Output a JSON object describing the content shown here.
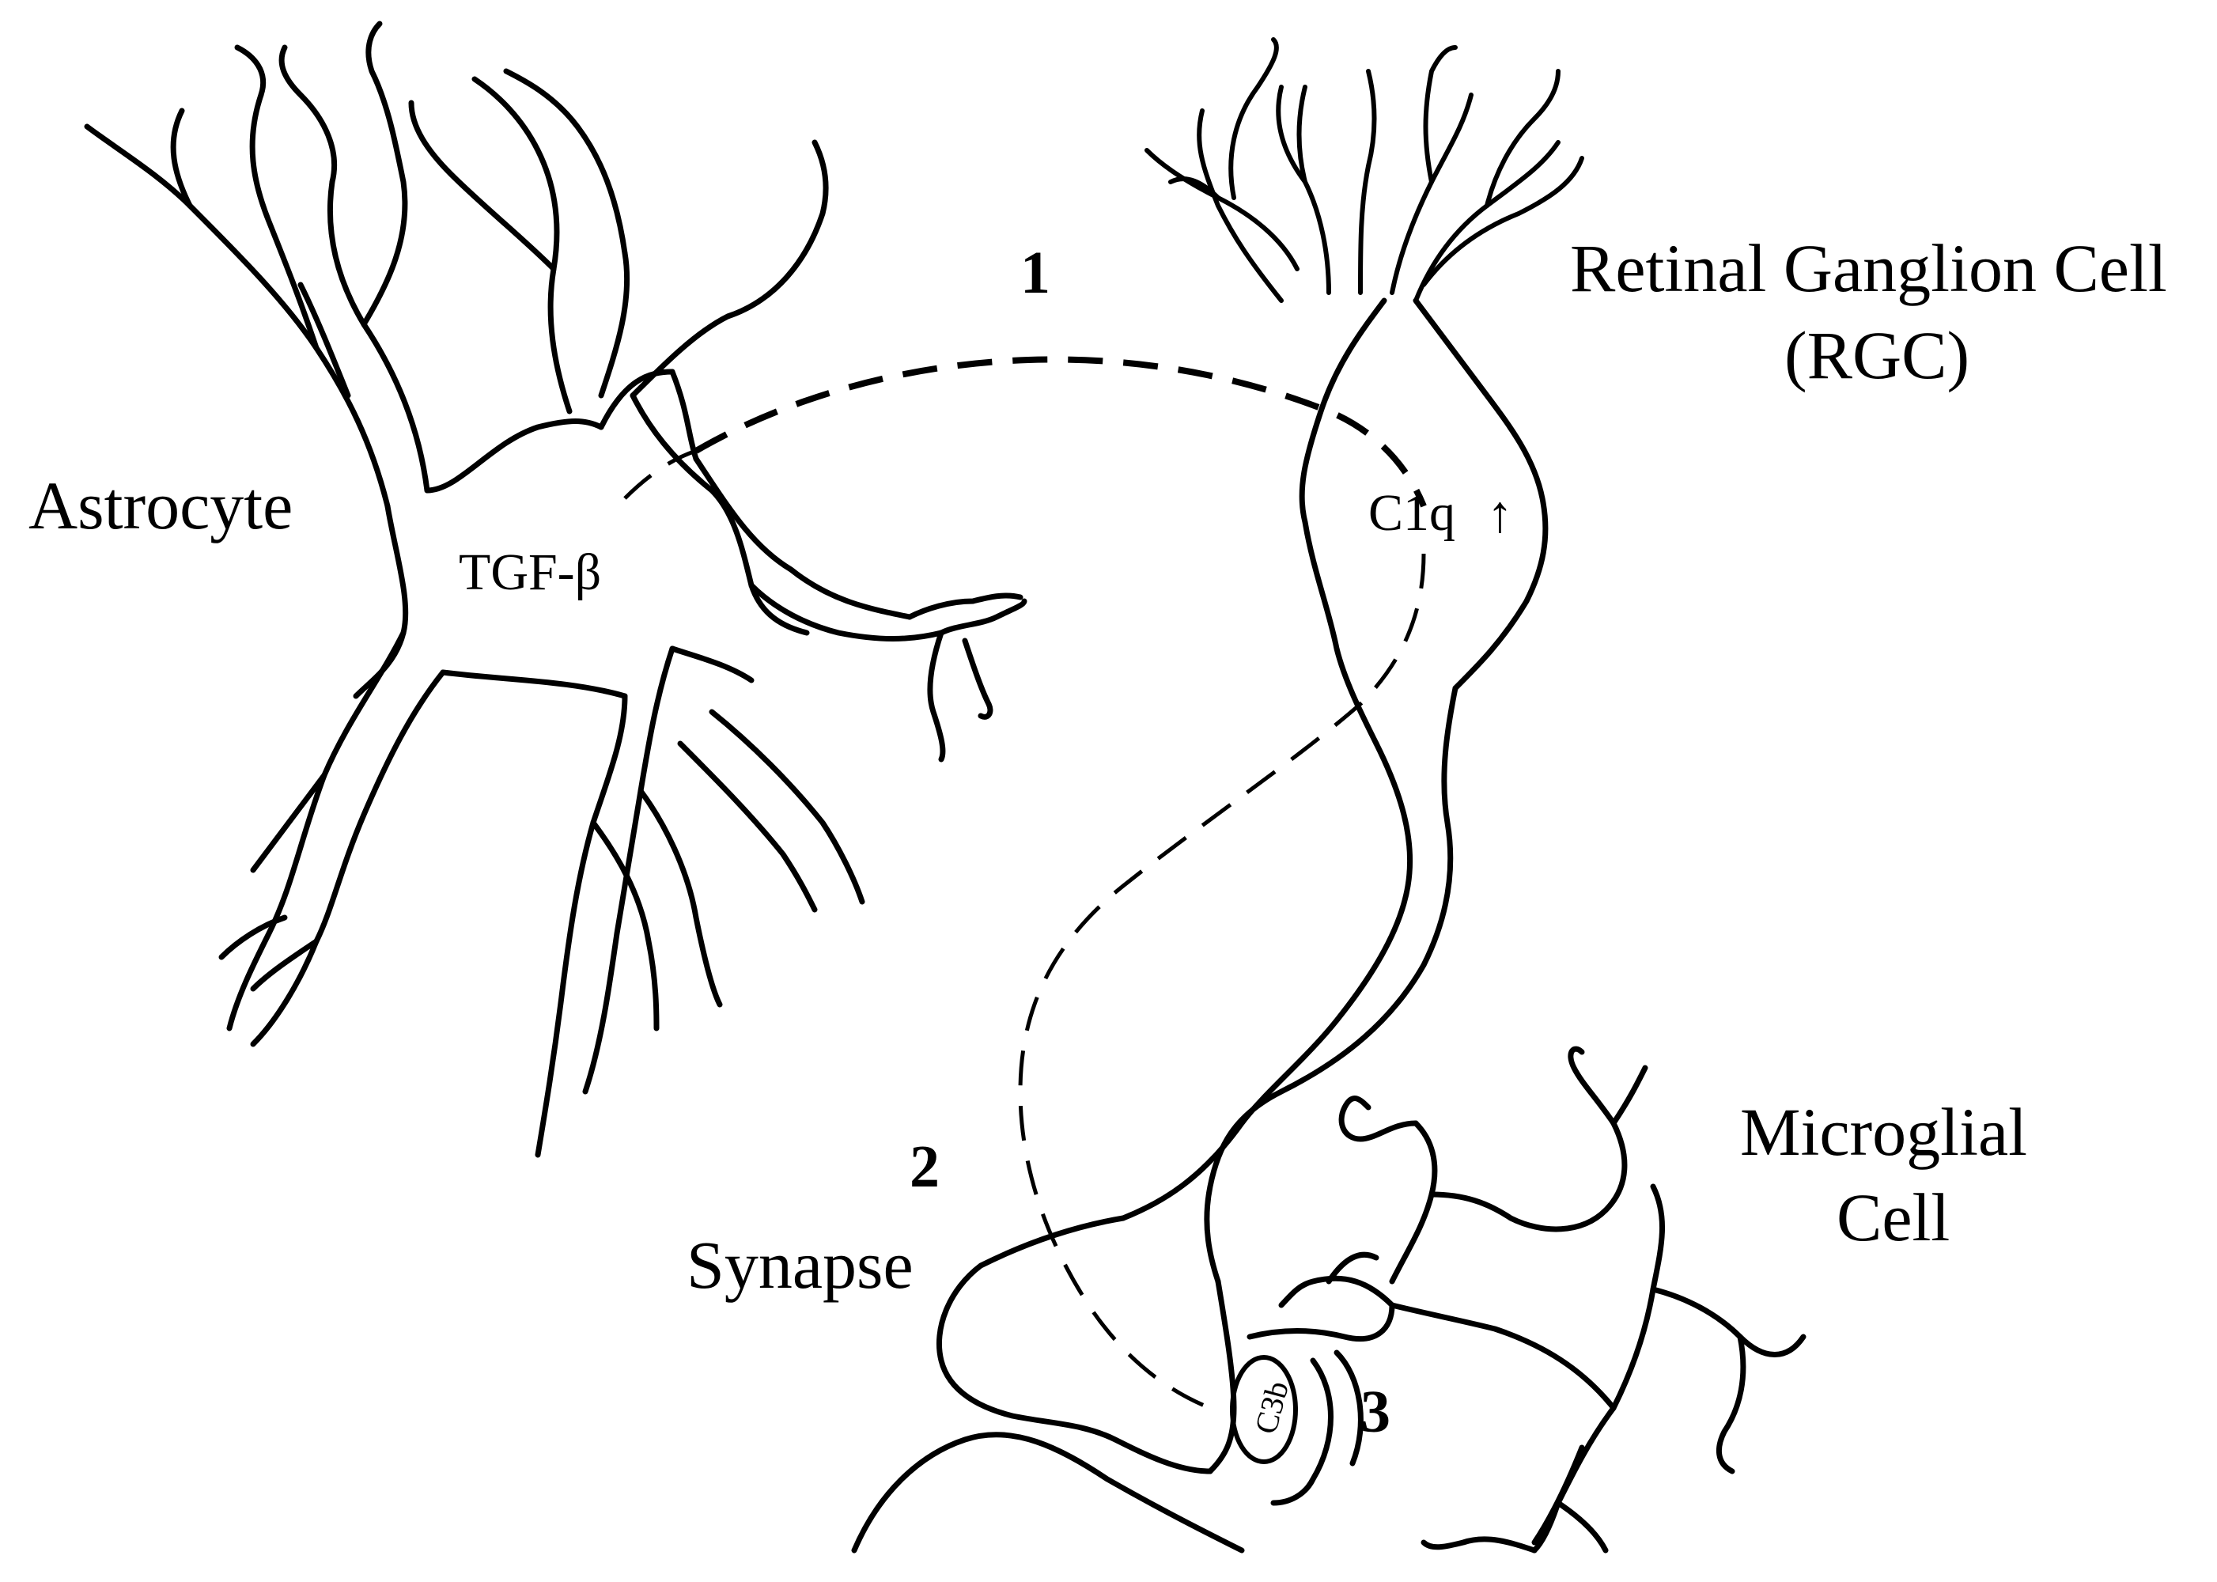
{
  "cells": {
    "astrocyte": "Astrocyte",
    "rgc_line1": "Retinal Ganglion Cell",
    "rgc_line2": "(RGC)",
    "microglia_line1": "Microglial",
    "microglia_line2": "Cell",
    "synapse": "Synapse"
  },
  "molecules": {
    "tgf": "TGF-β",
    "c1q": "C1q",
    "c1q_arrow": "↑",
    "c3b": "C3b"
  },
  "steps": {
    "one": "1",
    "two": "2",
    "three": "3"
  }
}
